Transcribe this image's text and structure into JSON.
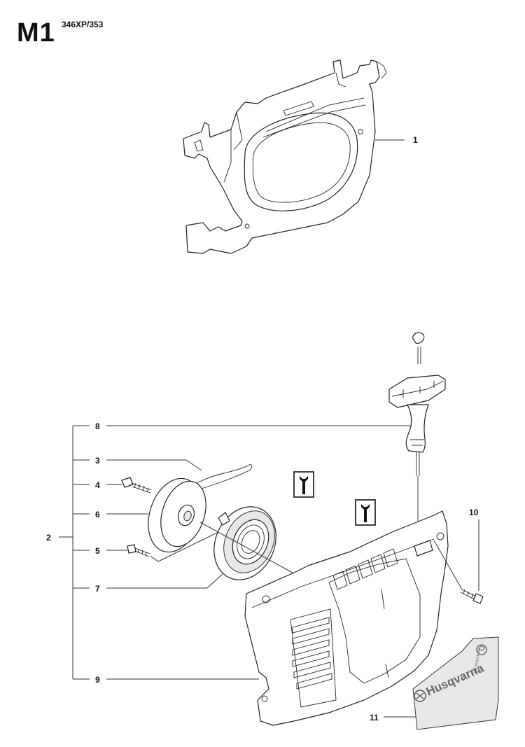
{
  "header": {
    "sheet_code": "M1",
    "model": "346XP/353"
  },
  "callouts": [
    {
      "id": "1",
      "label": "1"
    },
    {
      "id": "2",
      "label": "2"
    },
    {
      "id": "3",
      "label": "3"
    },
    {
      "id": "4",
      "label": "4"
    },
    {
      "id": "5",
      "label": "5"
    },
    {
      "id": "6",
      "label": "6"
    },
    {
      "id": "7",
      "label": "7"
    },
    {
      "id": "8",
      "label": "8"
    },
    {
      "id": "9",
      "label": "9"
    },
    {
      "id": "10",
      "label": "10"
    },
    {
      "id": "11",
      "label": "11"
    }
  ],
  "decal": {
    "brand": "Husqvarna",
    "small_text": "AIR INJECTION"
  },
  "icons": [
    "wrench-icon",
    "wrench-icon"
  ]
}
